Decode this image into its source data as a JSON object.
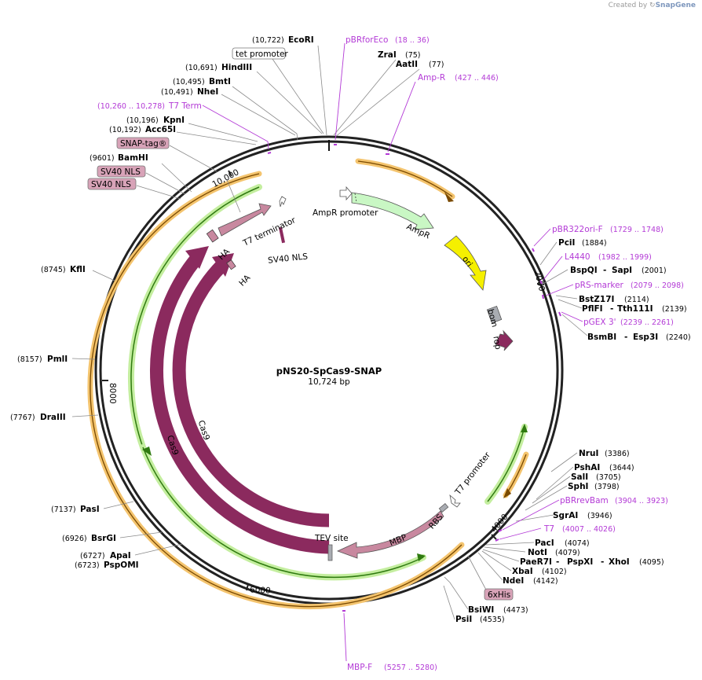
{
  "credit": {
    "prefix": "Created by",
    "brand": "SnapGene"
  },
  "plasmid": {
    "name": "pNS20-SpCas9-SNAP",
    "length_label": "10,724 bp",
    "length_bp": 10724
  },
  "ticks": [
    {
      "label": "2000",
      "bp": 2000
    },
    {
      "label": "4000",
      "bp": 4000
    },
    {
      "label": "6000",
      "bp": 6000
    },
    {
      "label": "8000",
      "bp": 8000
    },
    {
      "label": "10,000",
      "bp": 10000
    }
  ],
  "enzymes": [
    {
      "id": "ecori",
      "pos": "(10,722)",
      "name": "EcoRI"
    },
    {
      "id": "zrai",
      "name": "ZraI",
      "pos": "(75)"
    },
    {
      "id": "aatii",
      "name": "AatII",
      "pos": "(77)"
    },
    {
      "id": "hindiii",
      "pos": "(10,691)",
      "name": "HindIII"
    },
    {
      "id": "bmti",
      "pos": "(10,495)",
      "name": "BmtI"
    },
    {
      "id": "nhei",
      "pos": "(10,491)",
      "name": "NheI"
    },
    {
      "id": "kpni",
      "pos": "(10,196)",
      "name": "KpnI"
    },
    {
      "id": "acc65i",
      "pos": "(10,192)",
      "name": "Acc65I"
    },
    {
      "id": "bamhi",
      "pos": "(9601)",
      "name": "BamHI"
    },
    {
      "id": "kfli",
      "pos": "(8745)",
      "name": "KflI"
    },
    {
      "id": "pmli",
      "pos": "(8157)",
      "name": "PmlI"
    },
    {
      "id": "draiii",
      "pos": "(7767)",
      "name": "DraIII"
    },
    {
      "id": "pasi",
      "pos": "(7137)",
      "name": "PasI"
    },
    {
      "id": "bsrgi",
      "pos": "(6926)",
      "name": "BsrGI"
    },
    {
      "id": "apai",
      "pos": "(6727)",
      "name": "ApaI"
    },
    {
      "id": "pspomi",
      "pos": "(6723)",
      "name": "PspOMI"
    },
    {
      "id": "pcii",
      "name": "PciI",
      "pos": "(1884)"
    },
    {
      "id": "bspqi",
      "name": "BspQI",
      "sep": "-",
      "name2": "SapI",
      "pos": "(2001)"
    },
    {
      "id": "bstz17i",
      "name": "BstZ17I",
      "pos": "(2114)"
    },
    {
      "id": "pflfi",
      "name": "PflFI",
      "sep": "-",
      "name2": "Tth111I",
      "pos": "(2139)"
    },
    {
      "id": "bsmbi",
      "name": "BsmBI",
      "sep": "-",
      "name2": "Esp3I",
      "pos": "(2240)"
    },
    {
      "id": "nrui",
      "name": "NruI",
      "pos": "(3386)"
    },
    {
      "id": "pshai",
      "name": "PshAI",
      "pos": "(3644)"
    },
    {
      "id": "sali",
      "name": "SalI",
      "pos": "(3705)"
    },
    {
      "id": "sphi",
      "name": "SphI",
      "pos": "(3798)"
    },
    {
      "id": "sgrai",
      "name": "SgrAI",
      "pos": "(3946)"
    },
    {
      "id": "paci",
      "name": "PacI",
      "pos": "(4074)"
    },
    {
      "id": "noti",
      "name": "NotI",
      "pos": "(4079)"
    },
    {
      "id": "paer7i",
      "name": "PaeR7I",
      "sep": "-",
      "name2": "PspXI",
      "sep2": "-",
      "name3": "XhoI",
      "pos": "(4095)"
    },
    {
      "id": "xbai",
      "name": "XbaI",
      "pos": "(4102)"
    },
    {
      "id": "ndei",
      "name": "NdeI",
      "pos": "(4142)"
    },
    {
      "id": "bsiwi",
      "name": "BsiWI",
      "pos": "(4473)"
    },
    {
      "id": "psii",
      "name": "PsiI",
      "pos": "(4535)"
    }
  ],
  "primers": [
    {
      "id": "pbrforeco",
      "name": "pBRforEco",
      "range": "(18 .. 36)"
    },
    {
      "id": "ampr-primer",
      "name": "Amp-R",
      "range": "(427 .. 446)"
    },
    {
      "id": "t7term-primer",
      "range": "(10,260 .. 10,278)",
      "name": "T7 Term"
    },
    {
      "id": "pbr322ori",
      "name": "pBR322ori-F",
      "range": "(1729 .. 1748)"
    },
    {
      "id": "l4440",
      "name": "L4440",
      "range": "(1982 .. 1999)"
    },
    {
      "id": "prsmarker",
      "name": "pRS-marker",
      "range": "(2079 .. 2098)"
    },
    {
      "id": "pgex3",
      "name": "pGEX 3'",
      "range": "(2239 .. 2261)"
    },
    {
      "id": "pbrrevbam",
      "name": "pBRrevBam",
      "range": "(3904 .. 3923)"
    },
    {
      "id": "t7-primer",
      "name": "T7",
      "range": "(4007 .. 4026)"
    },
    {
      "id": "mbpf",
      "name": "MBP-F",
      "range": "(5257 .. 5280)"
    }
  ],
  "boxed_features": [
    {
      "id": "tet-promoter",
      "label": "tet promoter"
    },
    {
      "id": "snap-tag",
      "label": "SNAP-tag®"
    },
    {
      "id": "sv40nls-1",
      "label": "SV40 NLS"
    },
    {
      "id": "sv40nls-2",
      "label": "SV40 NLS"
    },
    {
      "id": "his6",
      "label": "6xHis"
    }
  ],
  "features": [
    {
      "id": "ampr-promoter",
      "label": "AmpR promoter"
    },
    {
      "id": "ampr",
      "label": "AmpR"
    },
    {
      "id": "ori",
      "label": "ori"
    },
    {
      "id": "bom",
      "label": "bom"
    },
    {
      "id": "rop",
      "label": "rop"
    },
    {
      "id": "t7-promoter",
      "label": "T7 promoter"
    },
    {
      "id": "rbs",
      "label": "RBS"
    },
    {
      "id": "mbp",
      "label": "MBP"
    },
    {
      "id": "tev",
      "label": "TEV site"
    },
    {
      "id": "cas9-outer",
      "label": "Cas9"
    },
    {
      "id": "cas9-inner",
      "label": "Cas9"
    },
    {
      "id": "ha-outer",
      "label": "HA"
    },
    {
      "id": "ha-inner",
      "label": "HA"
    },
    {
      "id": "t7-terminator",
      "label": "T7 terminator"
    },
    {
      "id": "sv40nls-inner",
      "label": "SV40 NLS"
    }
  ],
  "colors": {
    "backbone": "#222222",
    "cas9": "#8b2a5e",
    "ampr": "#c9f7c4",
    "ori": "#f5f000",
    "orange_band": "#f4c46e",
    "green_band": "#c4ee9f",
    "primer": "#b33ad6",
    "boxed": "#d8a3b8"
  }
}
